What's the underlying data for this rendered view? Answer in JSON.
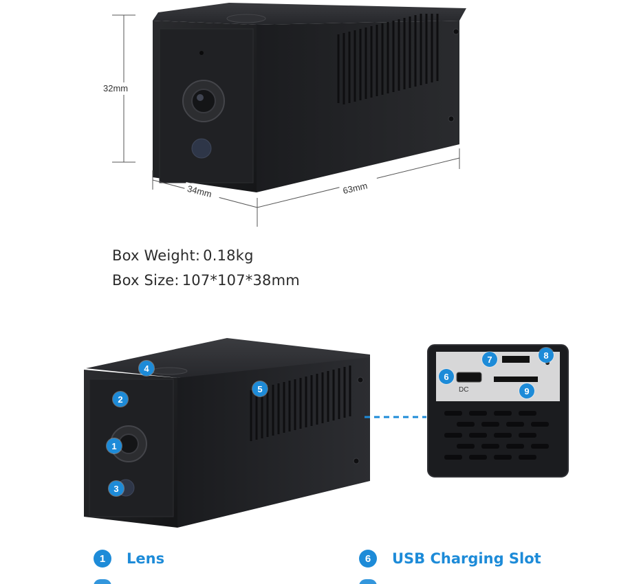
{
  "dimensions": {
    "height": "32mm",
    "depth": "34mm",
    "length": "63mm"
  },
  "specs": [
    {
      "label": "Box Weight:",
      "value": "0.18kg"
    },
    {
      "label": "Box Size:",
      "value": "107*107*38mm"
    }
  ],
  "callouts": [
    "1",
    "2",
    "3",
    "4",
    "5",
    "6",
    "7",
    "8",
    "9"
  ],
  "legend": [
    {
      "number": "1",
      "text": "Lens"
    },
    {
      "number": "6",
      "text": "USB Charging Slot"
    }
  ],
  "colors": {
    "accent": "#1d8bd8",
    "device": "#1c1d20"
  }
}
